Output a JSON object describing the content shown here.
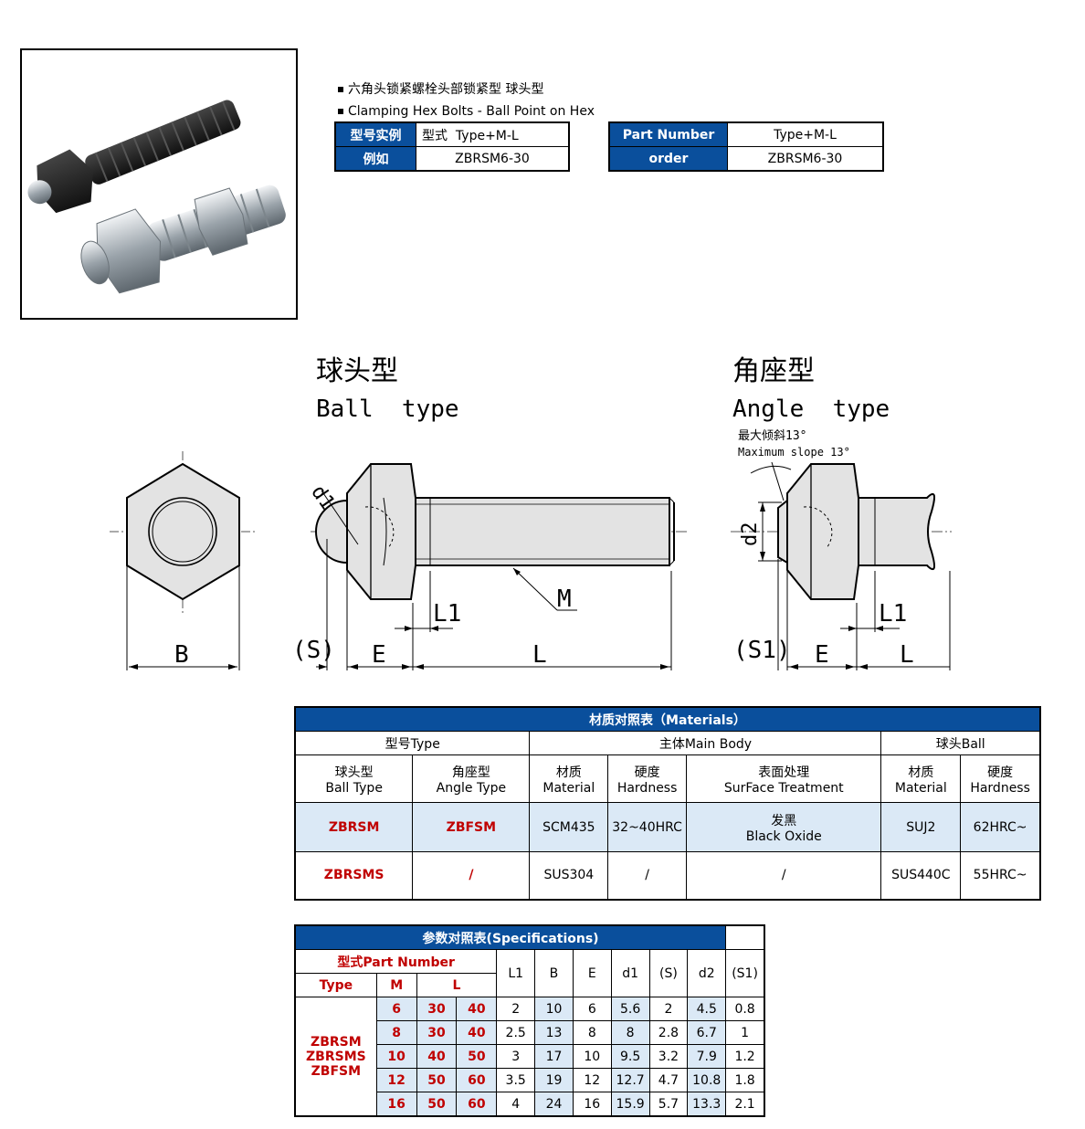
{
  "header": {
    "title_cn": "六角头锁紧螺栓头部锁紧型 球头型",
    "title_en": "Clamping Hex Bolts - Ball Point on Hex"
  },
  "example_cn": {
    "row1_label": "型号实例",
    "row1_prefix": "型式",
    "row1_value": "Type+M-L",
    "row2_label": "例如",
    "row2_value": "ZBRSM6-30"
  },
  "example_en": {
    "row1_label": "Part Number",
    "row1_value": "Type+M-L",
    "row2_label": "order",
    "row2_value": "ZBRSM6-30"
  },
  "drawing": {
    "ball_title_cn": "球头型",
    "ball_title_en": "Ball  type",
    "angle_title_cn": "角座型",
    "angle_title_en": "Angle  type",
    "slope_cn": "最大倾斜13°",
    "slope_en": "Maximum slope 13°",
    "labels": {
      "B": "B",
      "S": "(S)",
      "E": "E",
      "L": "L",
      "L1": "L1",
      "M": "M",
      "d1": "d1",
      "d2": "d2",
      "S1": "(S1)"
    }
  },
  "materials": {
    "title": "材质对照表（Materials）",
    "group_type": "型号Type",
    "group_body": "主体Main Body",
    "group_ball": "球头Ball",
    "col_ball_type": [
      "球头型",
      "Ball Type"
    ],
    "col_angle_type": [
      "角座型",
      "Angle Type"
    ],
    "col_material": [
      "材质",
      "Material"
    ],
    "col_hardness": [
      "硬度",
      "Hardness"
    ],
    "col_surface": [
      "表面处理",
      "SurFace Treatment"
    ],
    "col_ball_material": [
      "材质",
      "Material"
    ],
    "col_ball_hardness": [
      "硬度",
      "Hardness"
    ],
    "rows": [
      {
        "ball": "ZBRSM",
        "angle": "ZBFSM",
        "material": "SCM435",
        "hardness": "32~40HRC",
        "surface_cn": "发黑",
        "surface_en": "Black Oxide",
        "ball_material": "SUJ2",
        "ball_hardness": "62HRC~"
      },
      {
        "ball": "ZBRSMS",
        "angle": "/",
        "material": "SUS304",
        "hardness": "/",
        "surface_cn": "/",
        "surface_en": "",
        "ball_material": "SUS440C",
        "ball_hardness": "55HRC~"
      }
    ]
  },
  "specs": {
    "title": "参数对照表(Specifications)",
    "part_number": "型式Part Number",
    "col_type": "Type",
    "col_m": "M",
    "col_l": "L",
    "cols": [
      "L1",
      "B",
      "E",
      "d1",
      "(S)",
      "d2",
      "(S1)"
    ],
    "types": [
      "ZBRSM",
      "ZBRSMS",
      "ZBFSM"
    ],
    "rows": [
      {
        "M": "6",
        "L1a": "30",
        "L2a": "40",
        "vals": [
          "2",
          "10",
          "6",
          "5.6",
          "2",
          "4.5",
          "0.8"
        ]
      },
      {
        "M": "8",
        "L1a": "30",
        "L2a": "40",
        "vals": [
          "2.5",
          "13",
          "8",
          "8",
          "2.8",
          "6.7",
          "1"
        ]
      },
      {
        "M": "10",
        "L1a": "40",
        "L2a": "50",
        "vals": [
          "3",
          "17",
          "10",
          "9.5",
          "3.2",
          "7.9",
          "1.2"
        ]
      },
      {
        "M": "12",
        "L1a": "50",
        "L2a": "60",
        "vals": [
          "3.5",
          "19",
          "12",
          "12.7",
          "4.7",
          "10.8",
          "1.8"
        ]
      },
      {
        "M": "16",
        "L1a": "50",
        "L2a": "60",
        "vals": [
          "4",
          "24",
          "16",
          "15.9",
          "5.7",
          "13.3",
          "2.1"
        ]
      }
    ]
  },
  "colors": {
    "header_blue": "#0a4f9c",
    "row_tint": "#dbe9f6",
    "accent_red": "#c00000"
  }
}
